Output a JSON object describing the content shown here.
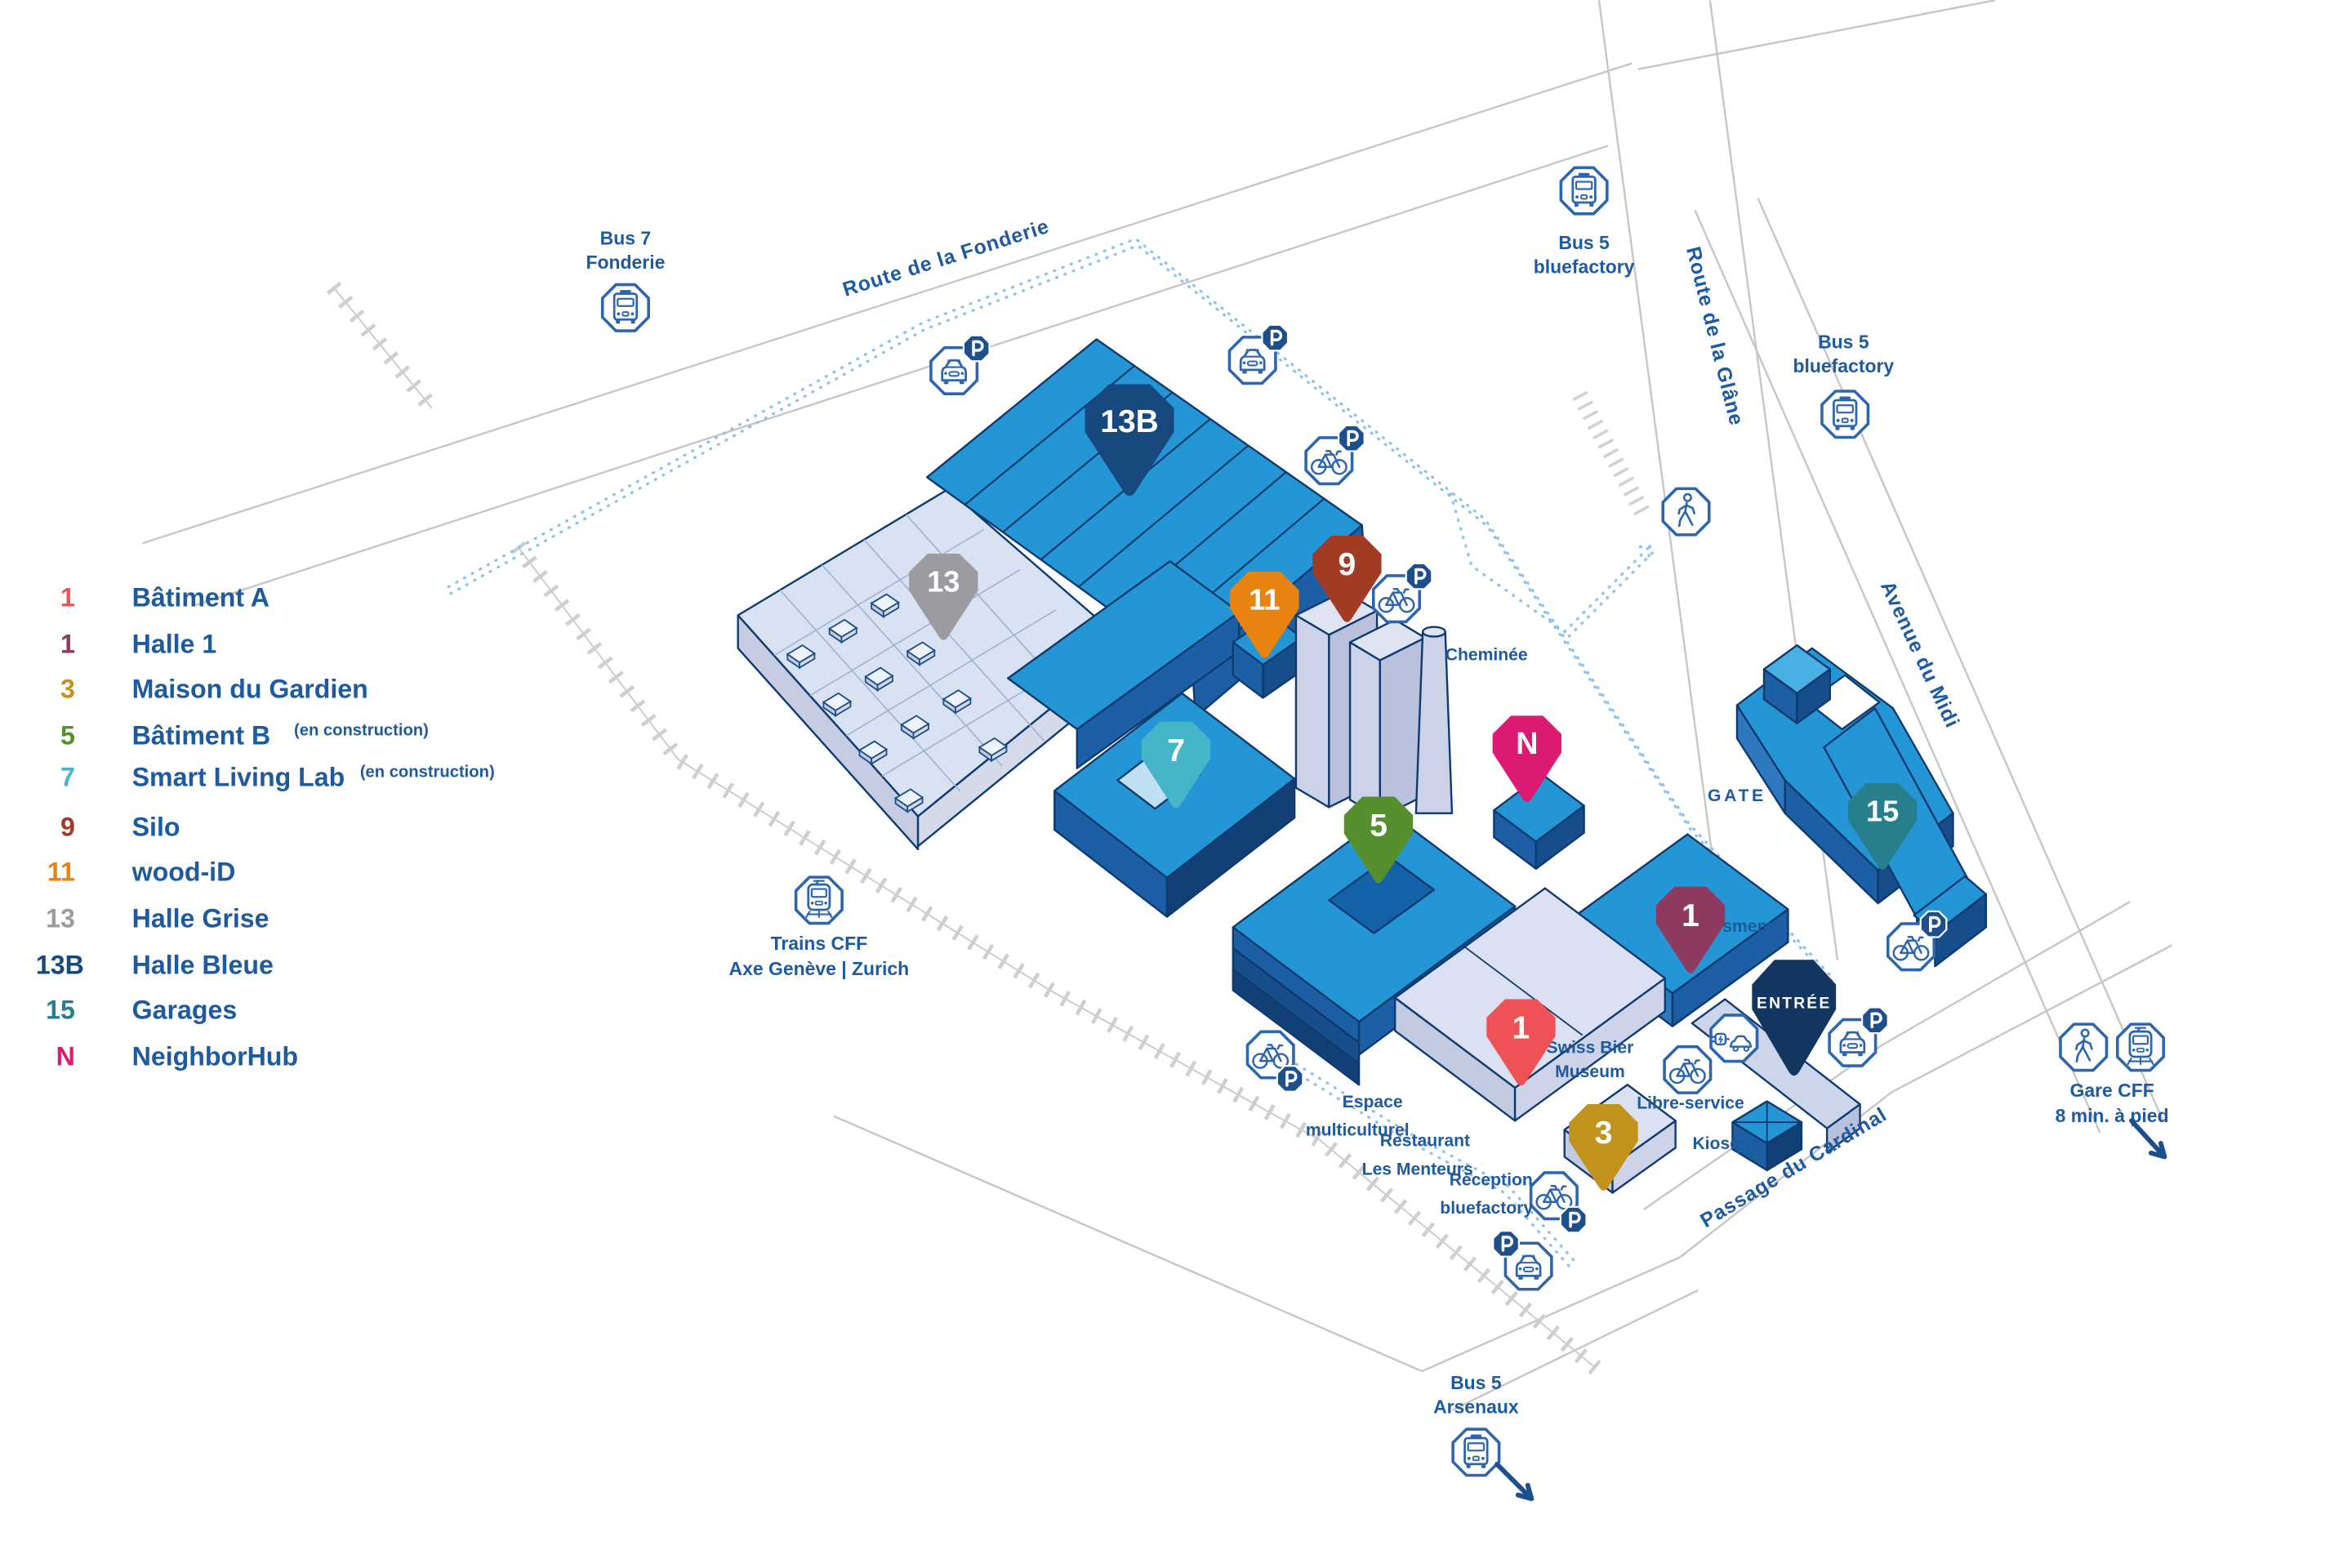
{
  "legend": {
    "items": [
      {
        "num": "1",
        "color": "#ee5156",
        "label": "Bâtiment A",
        "note": ""
      },
      {
        "num": "1",
        "color": "#8e3a60",
        "label": "Halle 1",
        "note": ""
      },
      {
        "num": "3",
        "color": "#c1931d",
        "label": "Maison du Gardien",
        "note": ""
      },
      {
        "num": "5",
        "color": "#568f2e",
        "label": "Bâtiment B",
        "note": "(en construction)"
      },
      {
        "num": "7",
        "color": "#45b5c8",
        "label": "Smart Living Lab",
        "note": "(en construction)"
      },
      {
        "num": "9",
        "color": "#a23b24",
        "label": "Silo",
        "note": ""
      },
      {
        "num": "11",
        "color": "#e8830f",
        "label": "wood-iD",
        "note": ""
      },
      {
        "num": "13",
        "color": "#9c9ca0",
        "label": "Halle Grise",
        "note": ""
      },
      {
        "num": "13B",
        "color": "#17497f",
        "label": "Halle Bleue",
        "note": ""
      },
      {
        "num": "15",
        "color": "#277f8e",
        "label": "Garages",
        "note": ""
      },
      {
        "num": "N",
        "color": "#dd1a72",
        "label": "NeighborHub",
        "note": ""
      }
    ]
  },
  "pins": {
    "halle_bleue": {
      "label": "13B",
      "color": "#17497f"
    },
    "halle_grise": {
      "label": "13",
      "color": "#9c9ca0"
    },
    "wood_id": {
      "label": "11",
      "color": "#e8830f"
    },
    "silo": {
      "label": "9",
      "color": "#a23b24"
    },
    "smart_living_lab": {
      "label": "7",
      "color": "#45b5c8"
    },
    "batiment_b": {
      "label": "5",
      "color": "#568f2e"
    },
    "neighborhub": {
      "label": "N",
      "color": "#dd1a72"
    },
    "halle_1": {
      "label": "1",
      "color": "#8e3a60"
    },
    "batiment_a": {
      "label": "1",
      "color": "#ee5156"
    },
    "maison_du_gardien": {
      "label": "3",
      "color": "#c1931d"
    },
    "garages": {
      "label": "15",
      "color": "#277f8e"
    },
    "entree": {
      "label": "ENTRÉE",
      "color": "#12365f"
    }
  },
  "roads": {
    "fonderie": "Route de la Fonderie",
    "glane": "Route de la Glâne",
    "midi": "Avenue du Midi",
    "cardinal": "Passage du Cardinal"
  },
  "transit": {
    "bus7": {
      "line1": "Bus 7",
      "line2": "Fonderie"
    },
    "bus5_fonderie": {
      "line1": "Bus 5",
      "line2": "bluefactory"
    },
    "bus5_midi": {
      "line1": "Bus 5",
      "line2": "bluefactory"
    },
    "bus5_arsenaux": {
      "line1": "Bus 5",
      "line2": "Arsenaux"
    },
    "trains_cff": {
      "line1": "Trains CFF",
      "line2": "Axe Genève | Zurich"
    },
    "gare_cff": {
      "line1": "Gare CFF",
      "line2": "8 min. à pied"
    }
  },
  "places": {
    "cheminee": "Cheminée",
    "gate": "GATE",
    "smem": "smem",
    "swiss_bier_line1": "Swiss Bier",
    "swiss_bier_line2": "Museum",
    "espace_line1": "Espace",
    "espace_line2": "multiculturel",
    "restaurant_line1": "Restaurant",
    "restaurant_line2": "Les Menteurs",
    "reception_line1": "Réception",
    "reception_line2": "bluefactory",
    "libre_service": "Libre-service",
    "kiosque": "Kiosque"
  },
  "icons": {
    "parking_badge_letter": "P"
  },
  "colors": {
    "accent_navy": "#1d5a9e",
    "building_blue": "#2496d5",
    "building_side": "#1c5fa5",
    "lavender": "#d9dff2",
    "icon_stroke": "#2e66ad",
    "badge_navy": "#1d4f8c",
    "dotted_blue": "#8fc3ea"
  }
}
